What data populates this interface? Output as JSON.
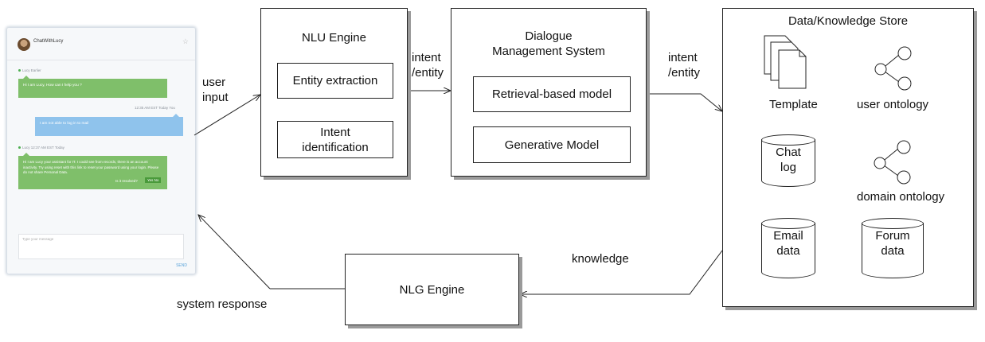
{
  "chat": {
    "contact_name": "ChatWithLucy",
    "star_icon": "star-icon",
    "msg1_meta": "Lucy  Earlier",
    "msg1_text": "Hi I am Lucy, How can I help you ?",
    "msg2_meta": "12:35 AM EST Today    You",
    "msg2_text": "I am not able to log in to mail",
    "msg3_meta": "Lucy  12:37 AM EST Today",
    "msg3_text": "Hi I am Lucy your assistant for IT. I could see from records, there is an account inactivity. Try using reset with this link to reset your password using your login. Please do not share Personal Data.",
    "msg3_question": "Is it resolved?",
    "msg3_buttons": "Yes   No",
    "input_placeholder": "Type your message",
    "send_label": "SEND"
  },
  "labels": {
    "user_input": "user\ninput",
    "intent_entity_1": "intent\n/entity",
    "intent_entity_2": "intent\n/entity",
    "knowledge": "knowledge",
    "system_response": "system response"
  },
  "nlu": {
    "title": "NLU Engine",
    "entity": "Entity extraction",
    "intent": "Intent identification"
  },
  "dms": {
    "title": "Dialogue\nManagement System",
    "retrieval": "Retrieval-based model",
    "generative": "Generative Model"
  },
  "store": {
    "title": "Data/Knowledge Store",
    "template": "Template",
    "user_ontology": "user ontology",
    "chat_log": "Chat\nlog",
    "domain_ontology": "domain ontology",
    "email": "Email\ndata",
    "forum": "Forum\ndata"
  },
  "nlg": {
    "title": "NLG Engine"
  }
}
